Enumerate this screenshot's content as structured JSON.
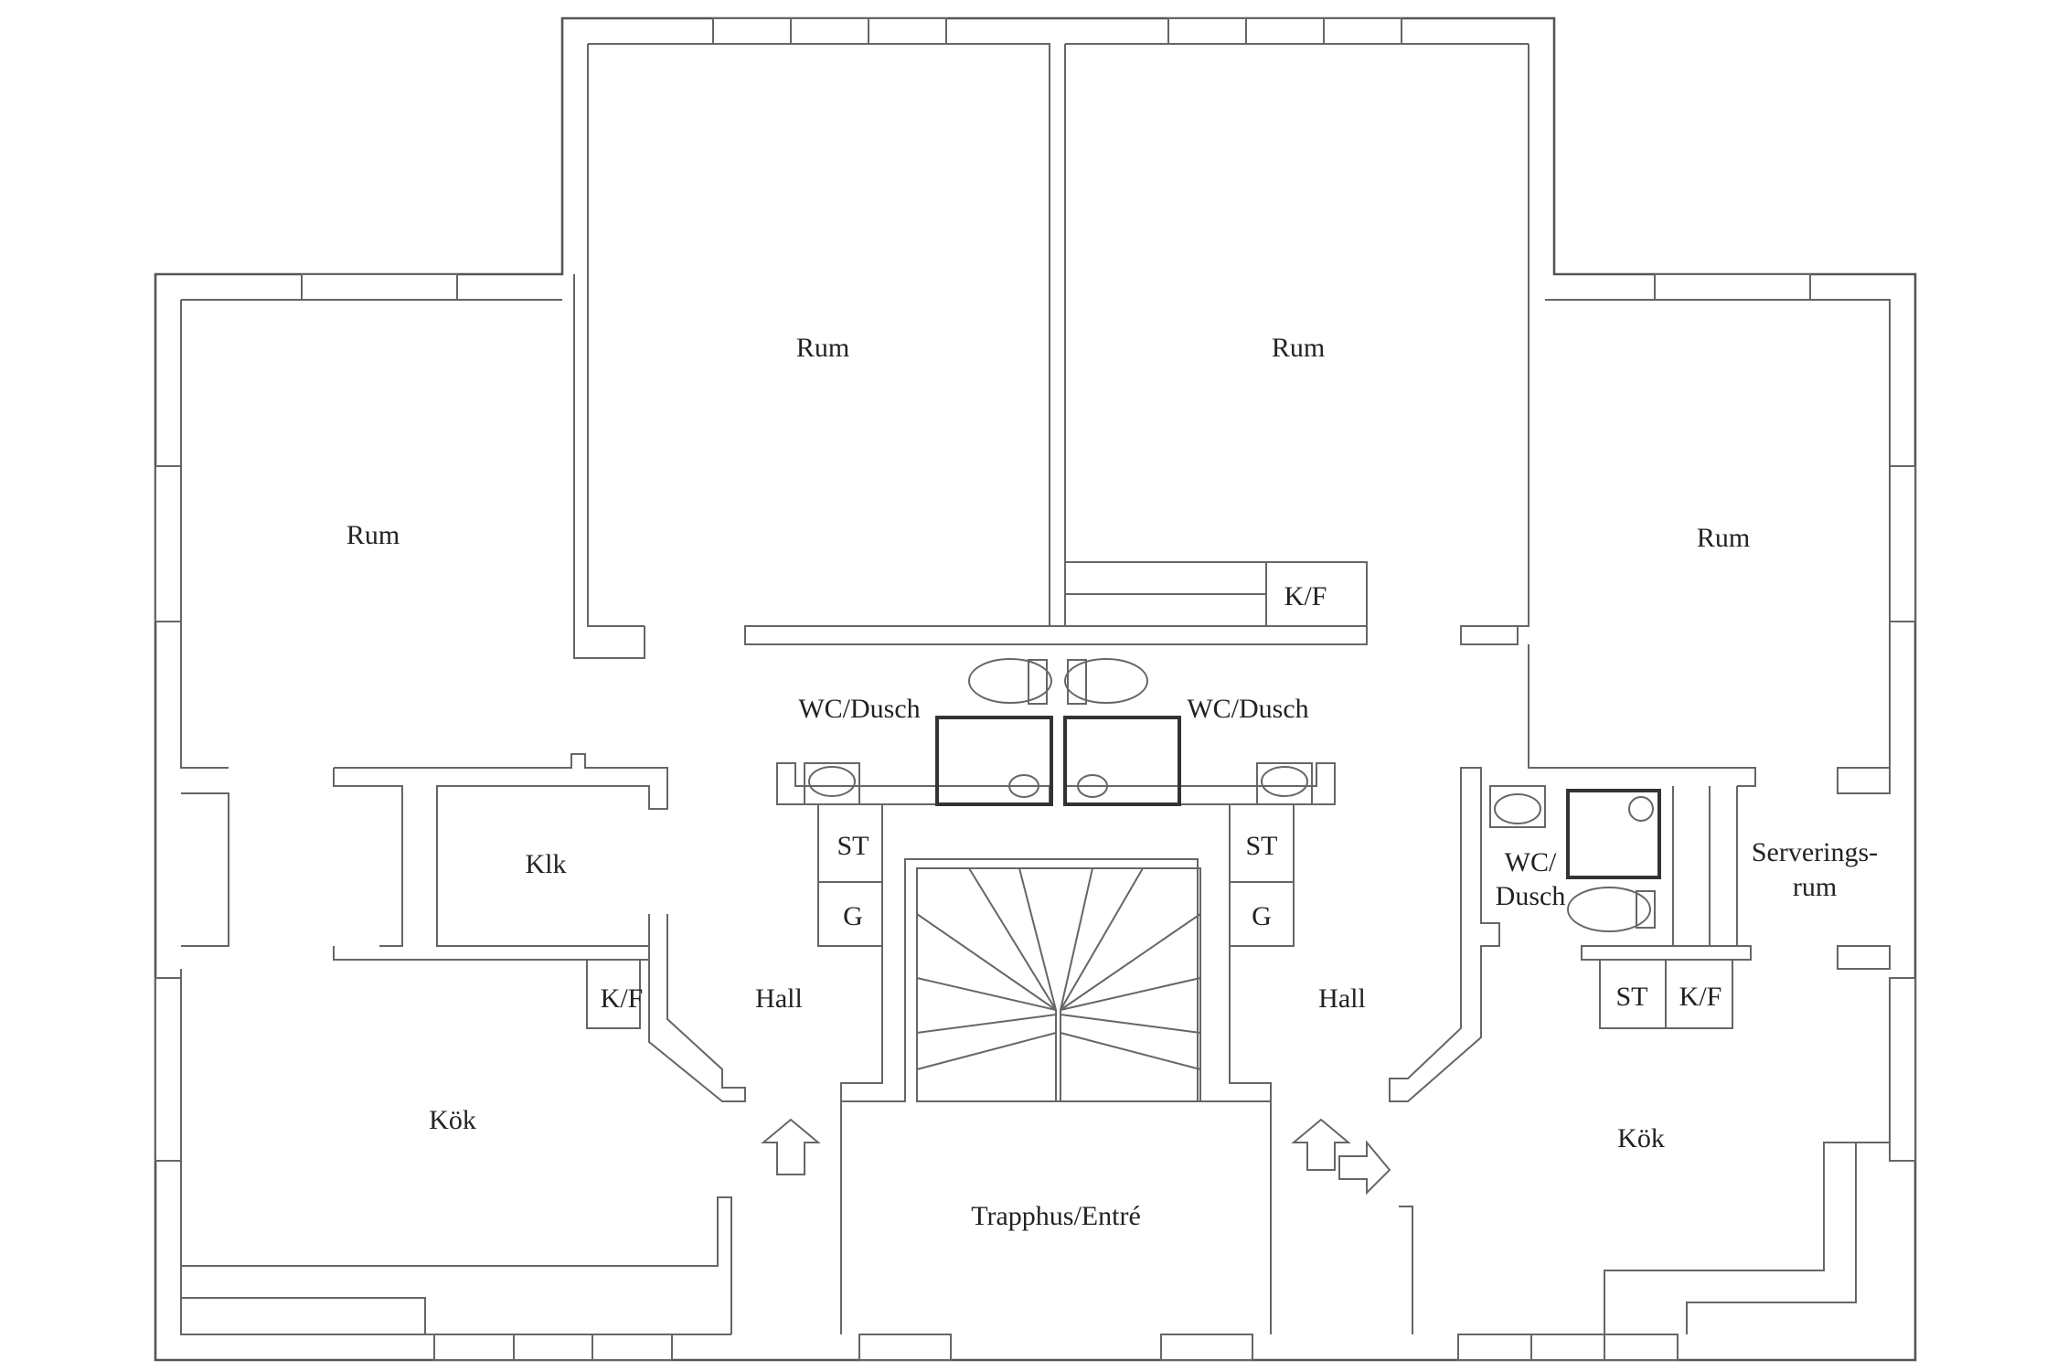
{
  "labels": {
    "rum_left": "Rum",
    "rum_top_left": "Rum",
    "rum_top_right": "Rum",
    "rum_right": "Rum",
    "kf_top": "K/F",
    "wc_left": "WC/Dusch",
    "wc_right": "WC/Dusch",
    "klk": "Klk",
    "st_left": "ST",
    "g_left": "G",
    "st_mid": "ST",
    "g_mid": "G",
    "kf_left": "K/F",
    "hall_left": "Hall",
    "hall_right": "Hall",
    "wc_small_1": "WC/",
    "wc_small_2": "Dusch",
    "servering_1": "Serverings-",
    "servering_2": "rum",
    "st_right": "ST",
    "kf_right": "K/F",
    "kok_left": "Kök",
    "kok_right": "Kök",
    "trapphus": "Trapphus/Entré"
  }
}
